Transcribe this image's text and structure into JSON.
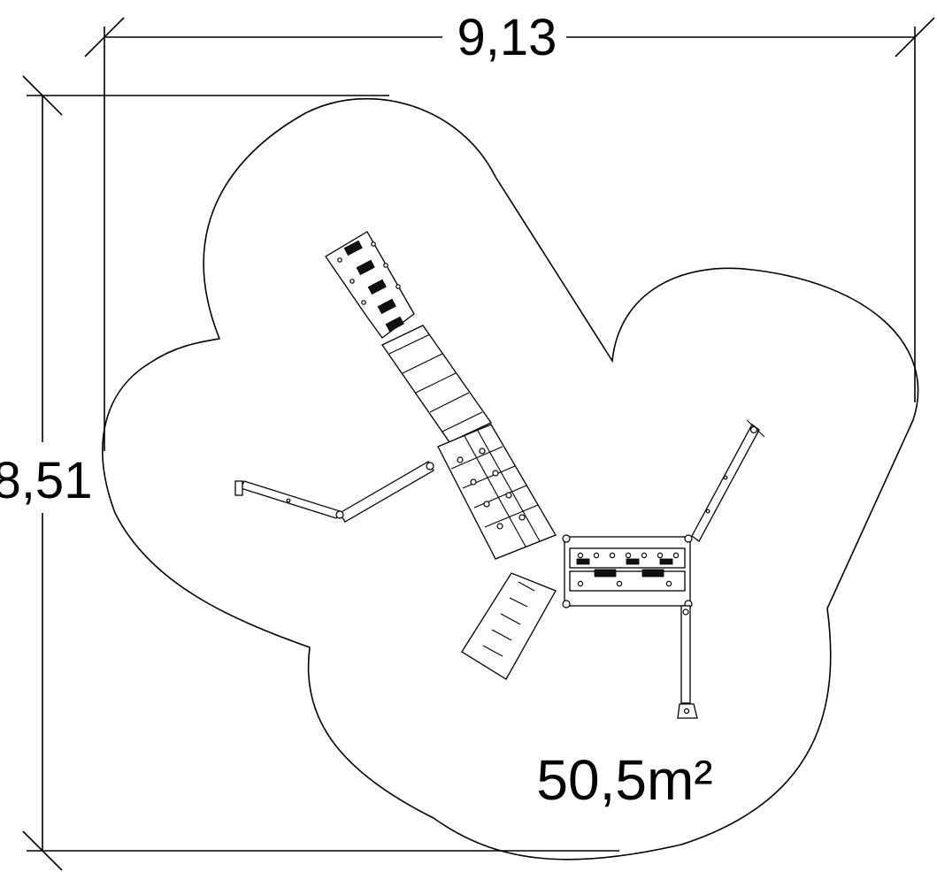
{
  "dimensions": {
    "width_label": "9,13",
    "height_label": "8,51"
  },
  "area": {
    "label": "50,5m²"
  }
}
